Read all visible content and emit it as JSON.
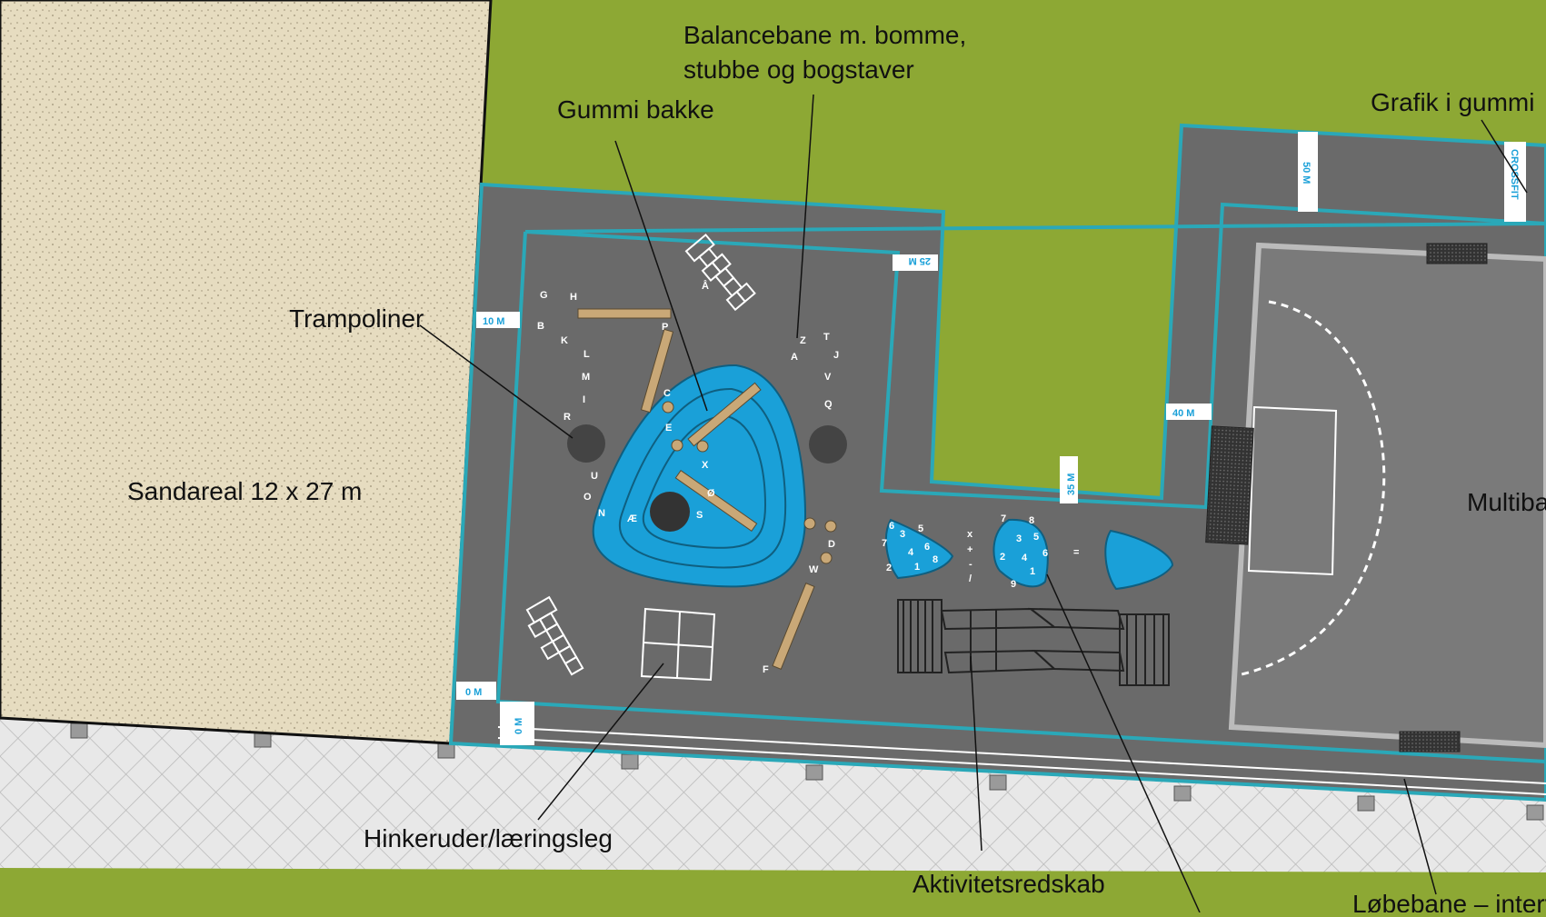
{
  "labels": {
    "balancebane_line1": "Balancebane m. bomme,",
    "balancebane_line2": "stubbe og bogstaver",
    "gummi_bakke": "Gummi bakke",
    "grafik_i_gummi": "Grafik i gummi",
    "trampoliner": "Trampoliner",
    "sandareal": "Sandareal 12 x 27 m",
    "multibane": "Multiban",
    "hinkeruder": "Hinkeruder/læringsleg",
    "aktivitetsredskab": "Aktivitetsredskab",
    "lobebane": "Løbebane – intervaltr"
  },
  "distance_markers": {
    "m0": "0 M",
    "m0_track": "0 M",
    "m10": "10 M",
    "m25": "25 M",
    "m35": "35 M",
    "m40": "40 M",
    "m50": "50 M",
    "crossfit": "CROSSFIT"
  },
  "letters": [
    "G",
    "H",
    "B",
    "K",
    "L",
    "M",
    "I",
    "R",
    "U",
    "O",
    "N",
    "Æ",
    "S",
    "Ø",
    "X",
    "E",
    "C",
    "P",
    "Å",
    "Z",
    "A",
    "T",
    "J",
    "V",
    "Q",
    "D",
    "W",
    "F"
  ],
  "math_symbols": [
    "x",
    "+",
    "-",
    "/",
    "="
  ],
  "numbers_left": [
    "6",
    "5",
    "3",
    "7",
    "4",
    "6",
    "8",
    "2",
    "1"
  ],
  "numbers_right": [
    "7",
    "8",
    "3",
    "5",
    "2",
    "4",
    "6",
    "1",
    "9"
  ],
  "colors": {
    "grass": "#8da834",
    "sand": "#e6dcc0",
    "asphalt": "#6a6a6a",
    "court": "#7a7a7a",
    "outline": "#2aa8b8",
    "rubber": "#1aa0d8",
    "wood": "#c9a877",
    "paving": "#e6e6e6"
  }
}
